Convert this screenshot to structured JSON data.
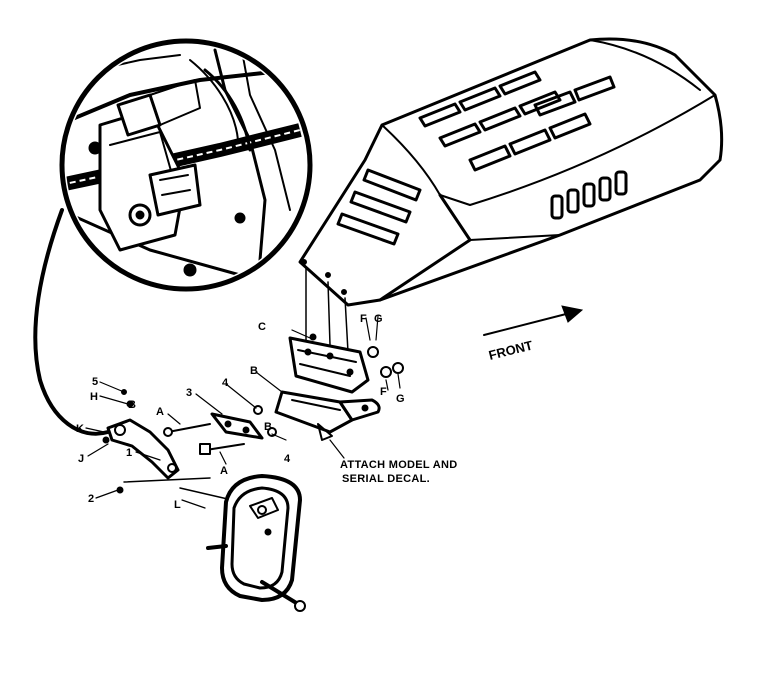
{
  "labels": {
    "C": "C",
    "F_top": "F",
    "G_top": "G",
    "F_right": "F",
    "G_right": "G",
    "B_mid": "B",
    "B_lower": "B",
    "num4_top": "4",
    "num4_bottom": "4",
    "num3": "3",
    "A_top": "A",
    "A_bottom": "A",
    "num5": "5",
    "H": "H",
    "B_left": "B",
    "K": "K",
    "J": "J",
    "num1": "1",
    "num2": "2",
    "L": "L"
  },
  "front_label": "FRONT",
  "note": {
    "line1": "ATTACH MODEL AND",
    "line2": "SERIAL DECAL."
  }
}
